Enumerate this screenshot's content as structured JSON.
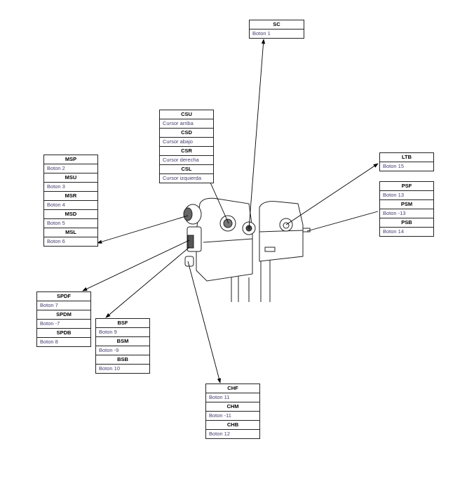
{
  "groups": [
    {
      "id": "sc",
      "rows": [
        {
          "code": "SC",
          "label": "Boton 1"
        }
      ]
    },
    {
      "id": "cursor",
      "rows": [
        {
          "code": "CSU",
          "label": "Cursor arriba"
        },
        {
          "code": "CSD",
          "label": "Cursor abajo"
        },
        {
          "code": "CSR",
          "label": "Cursor derecha"
        },
        {
          "code": "CSL",
          "label": "Cursor izquierda"
        }
      ]
    },
    {
      "id": "ms",
      "rows": [
        {
          "code": "MSP",
          "label": "Boton 2"
        },
        {
          "code": "MSU",
          "label": "Boton 3"
        },
        {
          "code": "MSR",
          "label": "Boton 4"
        },
        {
          "code": "MSD",
          "label": "Boton 5"
        },
        {
          "code": "MSL",
          "label": "Boton 6"
        }
      ]
    },
    {
      "id": "ltb",
      "rows": [
        {
          "code": "LTB",
          "label": "Boton 15"
        }
      ]
    },
    {
      "id": "ps",
      "rows": [
        {
          "code": "PSF",
          "label": "Boton 13"
        },
        {
          "code": "PSM",
          "label": "Boton -13"
        },
        {
          "code": "PSB",
          "label": "Boton 14"
        }
      ]
    },
    {
      "id": "spd",
      "rows": [
        {
          "code": "SPDF",
          "label": "Boton 7"
        },
        {
          "code": "SPDM",
          "label": "Boton -7"
        },
        {
          "code": "SPDB",
          "label": "Boton 8"
        }
      ]
    },
    {
      "id": "bs",
      "rows": [
        {
          "code": "BSF",
          "label": "Boton 9"
        },
        {
          "code": "BSM",
          "label": "Boton -9"
        },
        {
          "code": "BSB",
          "label": "Boton 10"
        }
      ]
    },
    {
      "id": "ch",
      "rows": [
        {
          "code": "CHF",
          "label": "Boton 11"
        },
        {
          "code": "CHM",
          "label": "Boton -11"
        },
        {
          "code": "CHB",
          "label": "Boton 12"
        }
      ]
    }
  ]
}
